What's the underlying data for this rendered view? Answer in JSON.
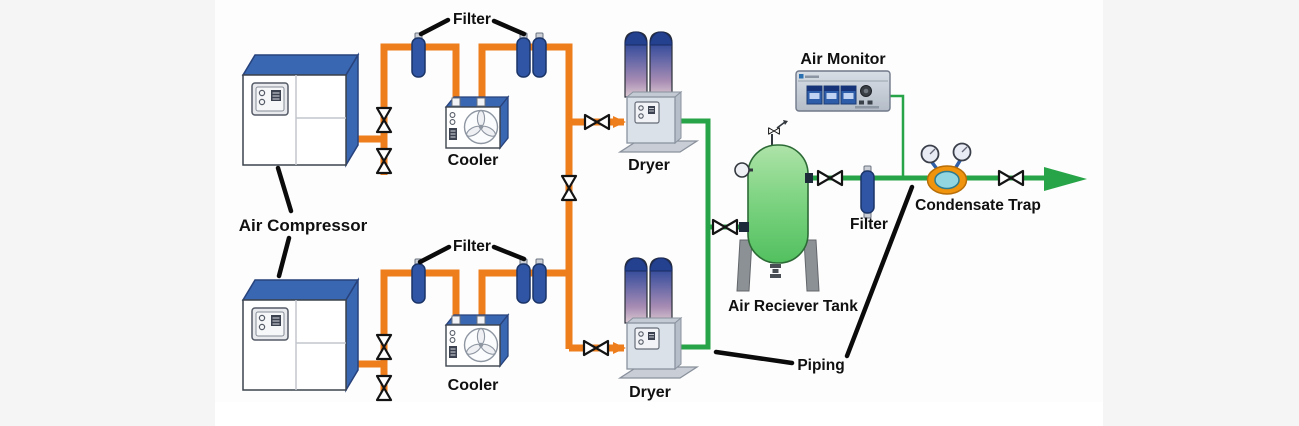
{
  "page": {
    "side_panel_color": "#f5f5f6",
    "canvas_color": "#fdfdfd"
  },
  "colors": {
    "compressed_air_pipe_orange": "#ee7d1c",
    "clean_air_pipe_green": "#27a447",
    "equipment_blue": "#3a67b1",
    "filter_body_blue": "#2f55a4",
    "dryer_column_top_blue": "#24418f",
    "tank_green": "#5cc468",
    "trap_ring_orange": "#f0930d",
    "trap_bowl_blue": "#92d6e2",
    "label_color": "#101010"
  },
  "labels": {
    "air_compressor": "Air Compressor",
    "filter_top": "Filter",
    "filter_bottom": "Filter",
    "filter_outlet": "Filter",
    "cooler_top": "Cooler",
    "cooler_bottom": "Cooler",
    "dryer_top": "Dryer",
    "dryer_bottom": "Dryer",
    "air_monitor": "Air Monitor",
    "air_receiver_tank": "Air Reciever Tank",
    "condensate_trap": "Condensate Trap",
    "piping": "Piping"
  }
}
